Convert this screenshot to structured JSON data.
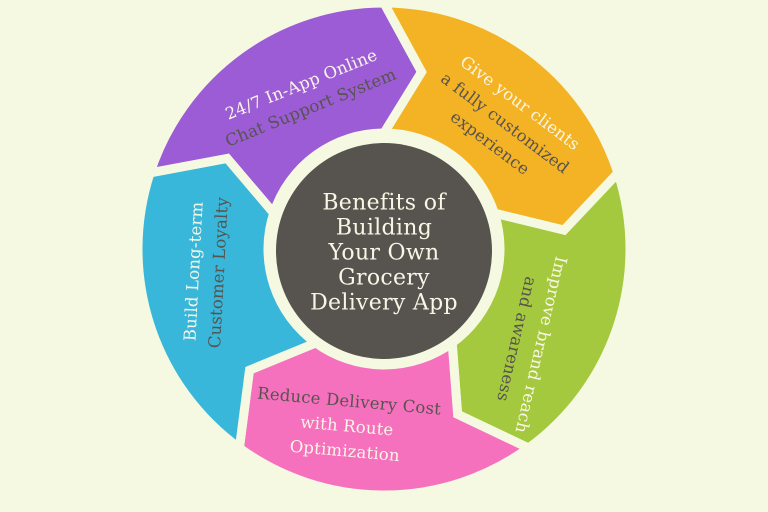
{
  "diagram": {
    "type": "cycle-infographic",
    "palette": {
      "background": "#F6F9E2",
      "center_circle": "#57534F",
      "text_light": "#F9F6E6",
      "text_dark": "#57534F"
    },
    "center_title": {
      "lines": [
        "Benefits of",
        "Building",
        "Your Own",
        "Grocery",
        "Delivery App"
      ]
    },
    "segments": [
      {
        "id": "chat-support",
        "color": "#9C5CD6",
        "lines": [
          {
            "text": "24/7 In-App Online",
            "tone": "light"
          },
          {
            "text": "Chat Support System",
            "tone": "dark"
          }
        ]
      },
      {
        "id": "customized-experience",
        "color": "#F4B324",
        "lines": [
          {
            "text": "Give your clients",
            "tone": "light"
          },
          {
            "text": "a fully customized",
            "tone": "dark"
          },
          {
            "text": "experience",
            "tone": "dark"
          }
        ]
      },
      {
        "id": "brand-reach",
        "color": "#A5C93E",
        "lines": [
          {
            "text": "Improve brand reach",
            "tone": "light"
          },
          {
            "text": "and awareness",
            "tone": "dark"
          }
        ]
      },
      {
        "id": "route-optimization",
        "color": "#F571BE",
        "lines": [
          {
            "text": "Reduce Delivery Cost",
            "tone": "dark"
          },
          {
            "text": "with Route",
            "tone": "light"
          },
          {
            "text": "Optimization",
            "tone": "light"
          }
        ]
      },
      {
        "id": "customer-loyalty",
        "color": "#38B7DB",
        "lines": [
          {
            "text": "Build Long-term",
            "tone": "light"
          },
          {
            "text": "Customer Loyalty",
            "tone": "dark"
          }
        ]
      }
    ]
  }
}
